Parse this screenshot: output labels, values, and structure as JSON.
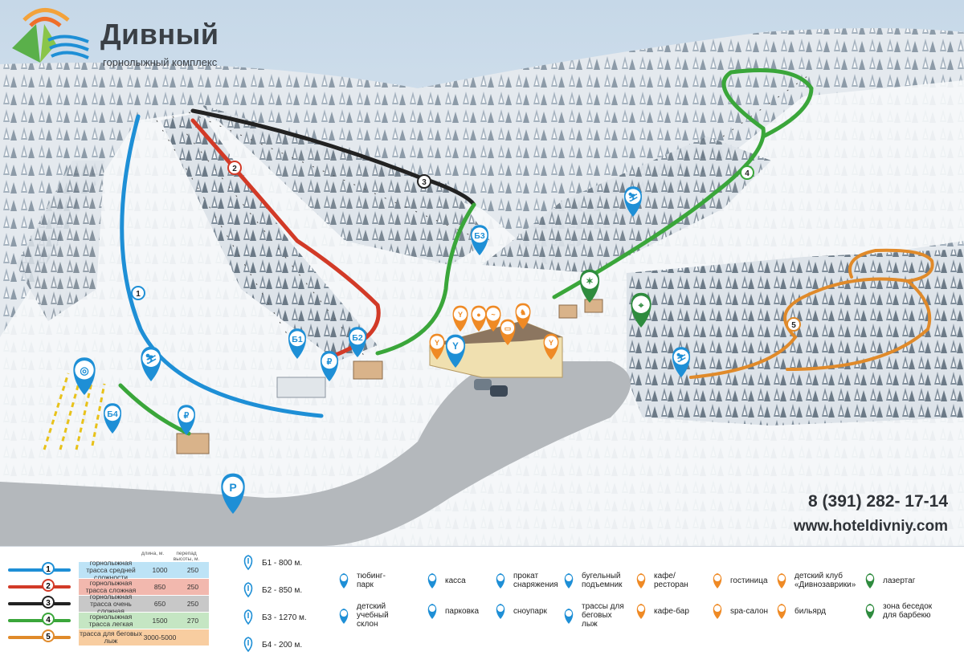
{
  "brand": {
    "name": "Дивный",
    "subtitle": "горнолыжный комплекс"
  },
  "contact": {
    "phone": "8 (391) 282- 17-14",
    "website": "www.hoteldivniy.com"
  },
  "colors": {
    "track1": "#1e8fd6",
    "track2": "#d23a27",
    "track3": "#222222",
    "track4": "#3aa63a",
    "track5": "#e08a2a",
    "pin_blue": "#1e8fd6",
    "pin_orange": "#ef8a25",
    "pin_green": "#2e8b3e"
  },
  "map_labels": {
    "track_numbers": [
      "1",
      "2",
      "3",
      "4",
      "5"
    ],
    "lifts": [
      "Б1",
      "Б2",
      "Б3",
      "Б4"
    ],
    "ruble": "₽",
    "parking": "P"
  },
  "legend": {
    "headers": {
      "length": "длина, м.",
      "drop": "перепад высоты, м."
    },
    "tracks": [
      {
        "num": "1",
        "name": "горнолыжная трасса средней сложности",
        "length": "1000",
        "drop": "250",
        "bg": "#bde3f6"
      },
      {
        "num": "2",
        "name": "горнолыжная трасса сложная",
        "length": "850",
        "drop": "250",
        "bg": "#f2b8ae"
      },
      {
        "num": "3",
        "name": "горнолыжная трасса очень сложная",
        "length": "650",
        "drop": "250",
        "bg": "#c8c8c8"
      },
      {
        "num": "4",
        "name": "горнолыжная трасса легкая",
        "length": "1500",
        "drop": "270",
        "bg": "#c5e6c3"
      },
      {
        "num": "5",
        "name": "трасса для беговых лыж",
        "length": "3000-5000",
        "drop": "",
        "bg": "#f8cda0"
      }
    ],
    "lifts": [
      "Б1 - 800 м.",
      "Б2 - 850 м.",
      "Б3 - 1270 м.",
      "Б4 - 200 м."
    ],
    "items": [
      {
        "id": "tubing",
        "label": "тюбинг-парк",
        "color": "#1e8fd6",
        "icon": "tubing-icon"
      },
      {
        "id": "school",
        "label": "детский учебный склон",
        "color": "#1e8fd6",
        "icon": "skier-icon"
      },
      {
        "id": "cashier",
        "label": "касса",
        "color": "#1e8fd6",
        "icon": "ruble-icon"
      },
      {
        "id": "parking",
        "label": "парковка",
        "color": "#1e8fd6",
        "icon": "parking-icon"
      },
      {
        "id": "rental",
        "label": "прокат снаряжения",
        "color": "#1e8fd6",
        "icon": "skis-icon"
      },
      {
        "id": "snowpark",
        "label": "сноупарк",
        "color": "#1e8fd6",
        "icon": "snowboard-icon"
      },
      {
        "id": "drag-lift",
        "label": "бугельный подъемник",
        "color": "#1e8fd6",
        "icon": "lift-icon"
      },
      {
        "id": "xc-trails",
        "label": "трассы для беговых лыж",
        "color": "#1e8fd6",
        "icon": "cross-country-icon"
      },
      {
        "id": "cafe",
        "label": "кафе/ресторан",
        "color": "#ef8a25",
        "icon": "cutlery-icon"
      },
      {
        "id": "bar",
        "label": "кафе-бар",
        "color": "#ef8a25",
        "icon": "cocktail-icon"
      },
      {
        "id": "hotel",
        "label": "гостиница",
        "color": "#ef8a25",
        "icon": "bed-icon"
      },
      {
        "id": "spa",
        "label": "spa-салон",
        "color": "#ef8a25",
        "icon": "spa-icon"
      },
      {
        "id": "kids",
        "label": "детский клуб «Дивнозаврики»",
        "color": "#ef8a25",
        "icon": "rocking-horse-icon"
      },
      {
        "id": "billiard",
        "label": "бильярд",
        "color": "#ef8a25",
        "icon": "billiard-icon"
      },
      {
        "id": "lasertag",
        "label": "лазертаг",
        "color": "#2e8b3e",
        "icon": "target-icon"
      },
      {
        "id": "bbq",
        "label": "зона беседок для барбекю",
        "color": "#2e8b3e",
        "icon": "bbq-icon"
      }
    ]
  }
}
